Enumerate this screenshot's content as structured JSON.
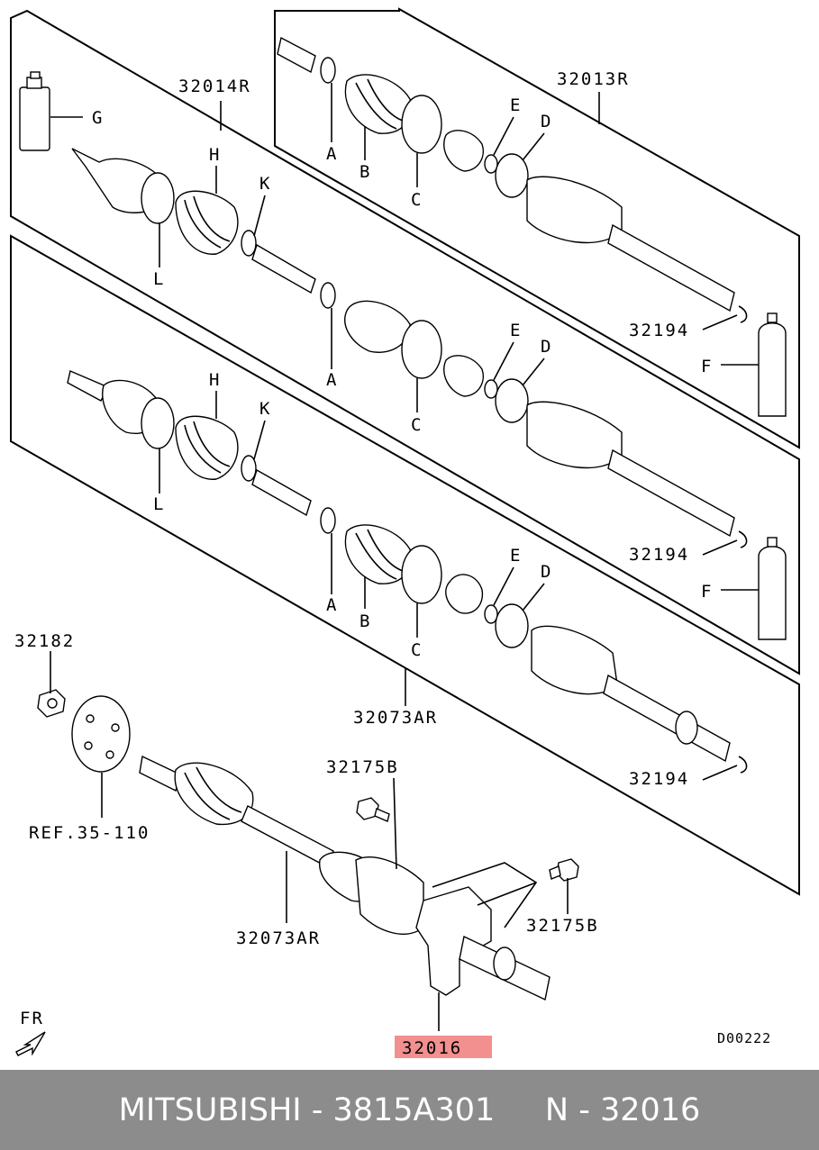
{
  "diagram": {
    "labels": {
      "sub_assembly_right_outer": "32014R",
      "sub_assembly_right_inner": "32013R",
      "part_g": "G",
      "part_h_upper": "H",
      "part_k_upper": "K",
      "part_l_upper": "L",
      "part_a_1": "A",
      "part_b_1": "B",
      "part_c_1": "C",
      "part_e_1": "E",
      "part_d_1": "D",
      "snap_ring_1": "32194",
      "part_f_1": "F",
      "part_h_mid": "H",
      "part_k_mid": "K",
      "part_l_mid": "L",
      "part_a_2": "A",
      "part_c_2": "C",
      "part_e_2": "E",
      "part_d_2": "D",
      "snap_ring_2": "32194",
      "part_f_2": "F",
      "part_a_3": "A",
      "part_b_3": "B",
      "part_c_3": "C",
      "part_e_3": "E",
      "part_d_3": "D",
      "shaft_assembly_mid": "32073AR",
      "snap_ring_3": "32194",
      "nut": "32182",
      "ref": "REF.35-110",
      "bolt_upper": "32175B",
      "bolt_right": "32175B",
      "shaft_assembly_bottom": "32073AR",
      "bracket_highlight": "32016",
      "direction": "FR",
      "diagram_code": "D00222"
    },
    "highlight_color": "#f28f8f"
  },
  "footer": {
    "text": "MITSUBISHI - 3815A301     N - 32016",
    "background": "#8c8c8c"
  }
}
